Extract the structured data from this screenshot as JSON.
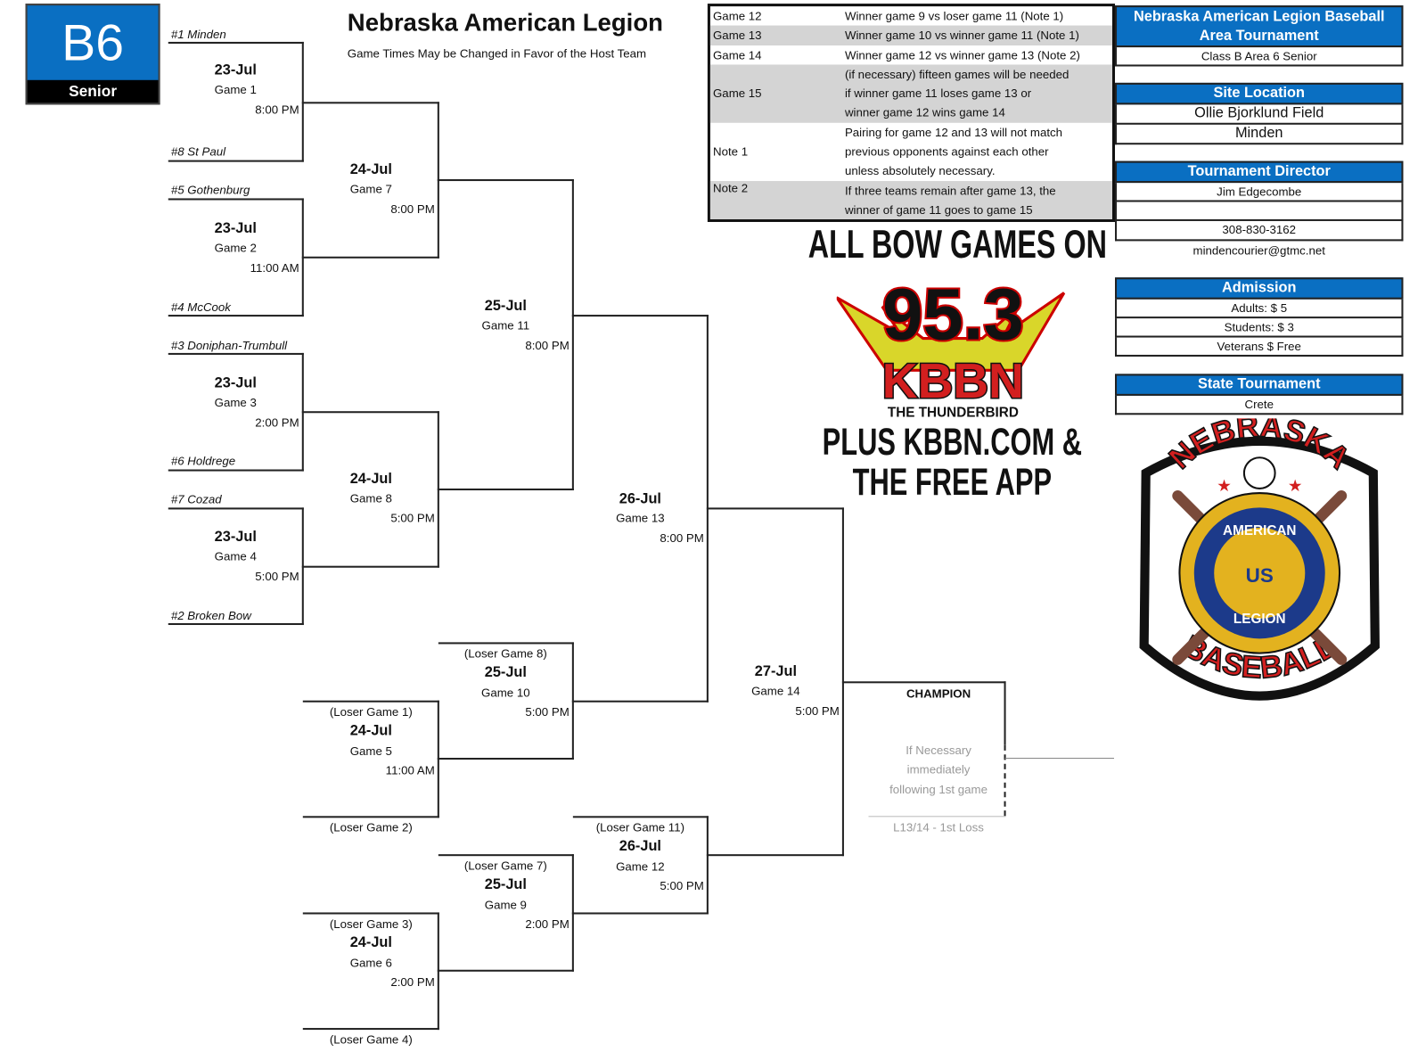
{
  "badge": {
    "code": "B6",
    "level": "Senior"
  },
  "header": {
    "title": "Nebraska American Legion",
    "subtitle": "Game Times May be Changed in Favor of the Host Team"
  },
  "teams": [
    "#1 Minden",
    "#8 St Paul",
    "#5 Gothenburg",
    "#4 McCook",
    "#3 Doniphan-Trumbull",
    "#6 Holdrege",
    "#7 Cozad",
    "#2 Broken Bow"
  ],
  "games": {
    "g1": {
      "date": "23-Jul",
      "game": "Game 1",
      "time": "8:00 PM"
    },
    "g2": {
      "date": "23-Jul",
      "game": "Game 2",
      "time": "11:00 AM"
    },
    "g3": {
      "date": "23-Jul",
      "game": "Game 3",
      "time": "2:00 PM"
    },
    "g4": {
      "date": "23-Jul",
      "game": "Game 4",
      "time": "5:00 PM"
    },
    "g7": {
      "date": "24-Jul",
      "game": "Game 7",
      "time": "8:00 PM"
    },
    "g8": {
      "date": "24-Jul",
      "game": "Game 8",
      "time": "5:00 PM"
    },
    "g11": {
      "date": "25-Jul",
      "game": "Game 11",
      "time": "8:00 PM"
    },
    "g13": {
      "date": "26-Jul",
      "game": "Game 13",
      "time": "8:00 PM"
    },
    "g10": {
      "loser": "(Loser Game 8)",
      "date": "25-Jul",
      "game": "Game 10",
      "time": "5:00 PM"
    },
    "g5": {
      "loser": "(Loser Game 1)",
      "date": "24-Jul",
      "game": "Game 5",
      "time": "11:00 AM",
      "loser2": "(Loser Game 2)"
    },
    "g9": {
      "loser": "(Loser Game 7)",
      "date": "25-Jul",
      "game": "Game 9",
      "time": "2:00 PM"
    },
    "g6": {
      "loser": "(Loser Game 3)",
      "date": "24-Jul",
      "game": "Game 6",
      "time": "2:00 PM",
      "loser2": "(Loser Game 4)"
    },
    "g12": {
      "loser": "(Loser Game 11)",
      "date": "26-Jul",
      "game": "Game 12",
      "time": "5:00 PM"
    },
    "g14": {
      "date": "27-Jul",
      "game": "Game 14",
      "time": "5:00 PM"
    }
  },
  "champion": {
    "label": "CHAMPION",
    "note1": "If Necessary",
    "note2": "immediately",
    "note3": "following 1st game",
    "loss": "L13/14 - 1st Loss"
  },
  "rules": [
    {
      "key": "Game 12",
      "lines": [
        "Winner game 9 vs loser game 11 (Note 1)"
      ]
    },
    {
      "key": "Game 13",
      "lines": [
        "Winner game 10 vs winner game 11 (Note 1)"
      ]
    },
    {
      "key": "Game 14",
      "lines": [
        "Winner game 12 vs winner game 13 (Note 2)"
      ]
    },
    {
      "key": "Game 15",
      "lines": [
        "(if necessary) fifteen games will be needed",
        "if winner game 11 loses game 13 or",
        "winner game 12 wins game 14"
      ]
    },
    {
      "key": "Note 1",
      "lines": [
        "Pairing for game 12 and 13 will not match",
        "previous opponents against each other",
        "unless absolutely necessary."
      ]
    },
    {
      "key": "Note 2",
      "lines": [
        "If three teams remain after game 13, the",
        "winner of game 11 goes to game 15"
      ]
    }
  ],
  "radio": {
    "top": "ALL BOW GAMES ON",
    "freq": "95.3",
    "call": "KBBN",
    "tag": "THE THUNDERBIRD",
    "line1": "PLUS KBBN.COM &",
    "line2": "THE FREE APP"
  },
  "info": {
    "title1": "Nebraska American Legion Baseball",
    "title2": "Area Tournament",
    "class": "Class B Area 6 Senior",
    "site_h": "Site Location",
    "site1": "Ollie Bjorklund Field",
    "site2": "Minden",
    "dir_h": "Tournament Director",
    "dir_name": "Jim Edgecombe",
    "dir_phone": "308-830-3162",
    "dir_email": "mindencourier@gtmc.net",
    "adm_h": "Admission",
    "adults": "Adults: $ 5",
    "students": "Students: $ 3",
    "veterans": "Veterans $ Free",
    "state_h": "State Tournament",
    "state": "Crete"
  },
  "emblem": {
    "top": "NEBRASKA",
    "ring1": "AMERICAN",
    "ring2": "LEGION",
    "center": "US",
    "bottom": "BASEBALL"
  },
  "colors": {
    "accent": "#0a6fc2",
    "rule_gray": "#d4d4d4"
  }
}
